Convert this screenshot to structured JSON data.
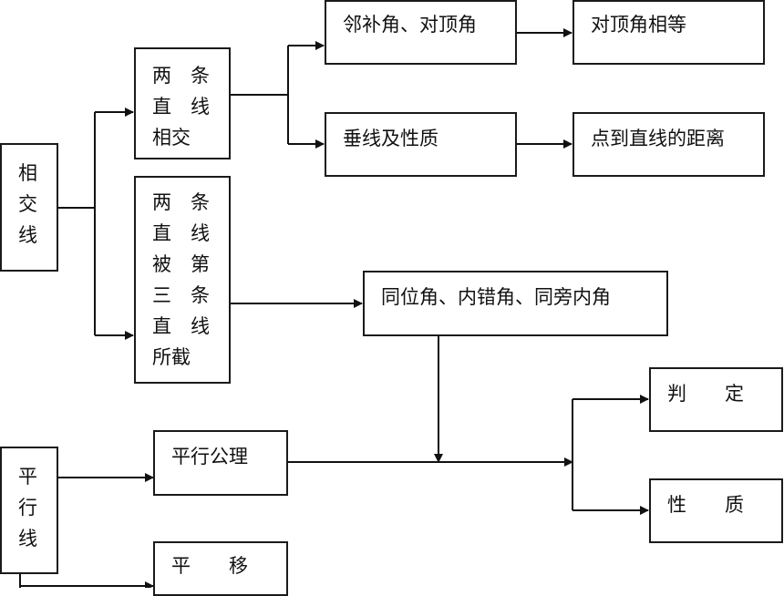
{
  "nodes": {
    "intersecting_lines": [
      "相",
      "交",
      "线"
    ],
    "two_lines_intersect": [
      "两　条",
      "直　线",
      "相交"
    ],
    "two_lines_cut_by_third": [
      "两　条",
      "直　线",
      "被　第",
      "三　条",
      "直　线",
      "所截"
    ],
    "adjacent_vertical_angles": "邻补角、对顶角",
    "vertical_angles_equal": "对顶角相等",
    "perpendicular_properties": "垂线及性质",
    "point_line_distance": "点到直线的距离",
    "angle_types": "同位角、内错角、同旁内角",
    "parallel_lines": [
      "平",
      "行",
      "线"
    ],
    "parallel_axiom": "平行公理",
    "determination": "判　　定",
    "properties": "性　　质",
    "translation": "平　　移"
  }
}
